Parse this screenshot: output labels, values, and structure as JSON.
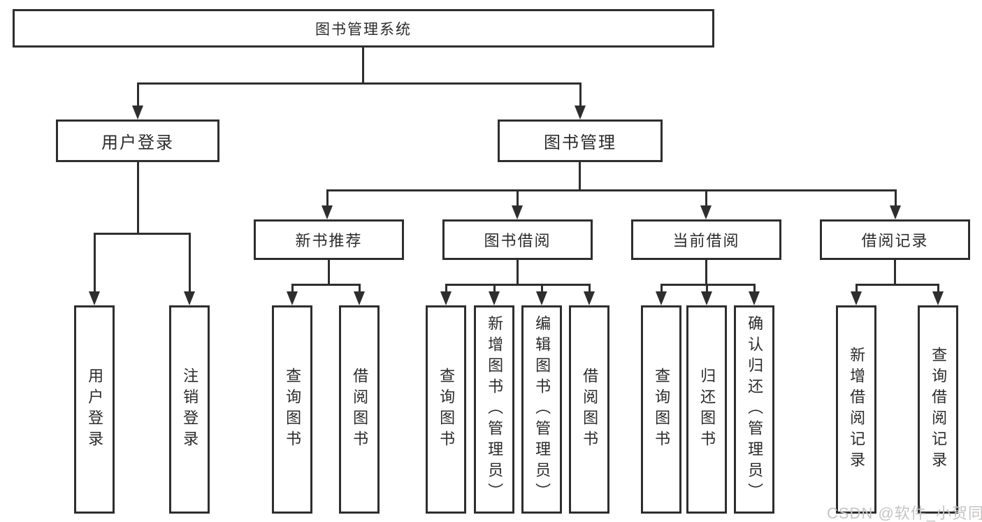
{
  "diagram": {
    "root": {
      "label": "图书管理系统"
    },
    "branches": [
      {
        "label": "用户登录",
        "children": [
          {
            "label": "用户登录"
          },
          {
            "label": "注销登录"
          }
        ]
      },
      {
        "label": "图书管理",
        "children": [
          {
            "label": "新书推荐",
            "children": [
              {
                "label": "查询图书"
              },
              {
                "label": "借阅图书"
              }
            ]
          },
          {
            "label": "图书借阅",
            "children": [
              {
                "label": "查询图书"
              },
              {
                "label": "新增图书（管理员）"
              },
              {
                "label": "编辑图书（管理员）"
              },
              {
                "label": "借阅图书"
              }
            ]
          },
          {
            "label": "当前借阅",
            "children": [
              {
                "label": "查询图书"
              },
              {
                "label": "归还图书"
              },
              {
                "label": "确认归还（管理员）"
              }
            ]
          },
          {
            "label": "借阅记录",
            "children": [
              {
                "label": "新增借阅记录"
              },
              {
                "label": "查询借阅记录"
              }
            ]
          }
        ]
      }
    ]
  },
  "colors": {
    "line": "#2e2e2e",
    "text": "#2b2b2b",
    "background": "#ffffff",
    "watermark": "#c7c3c3"
  },
  "watermark": {
    "text": "CSDN @软件_小贺同学"
  }
}
